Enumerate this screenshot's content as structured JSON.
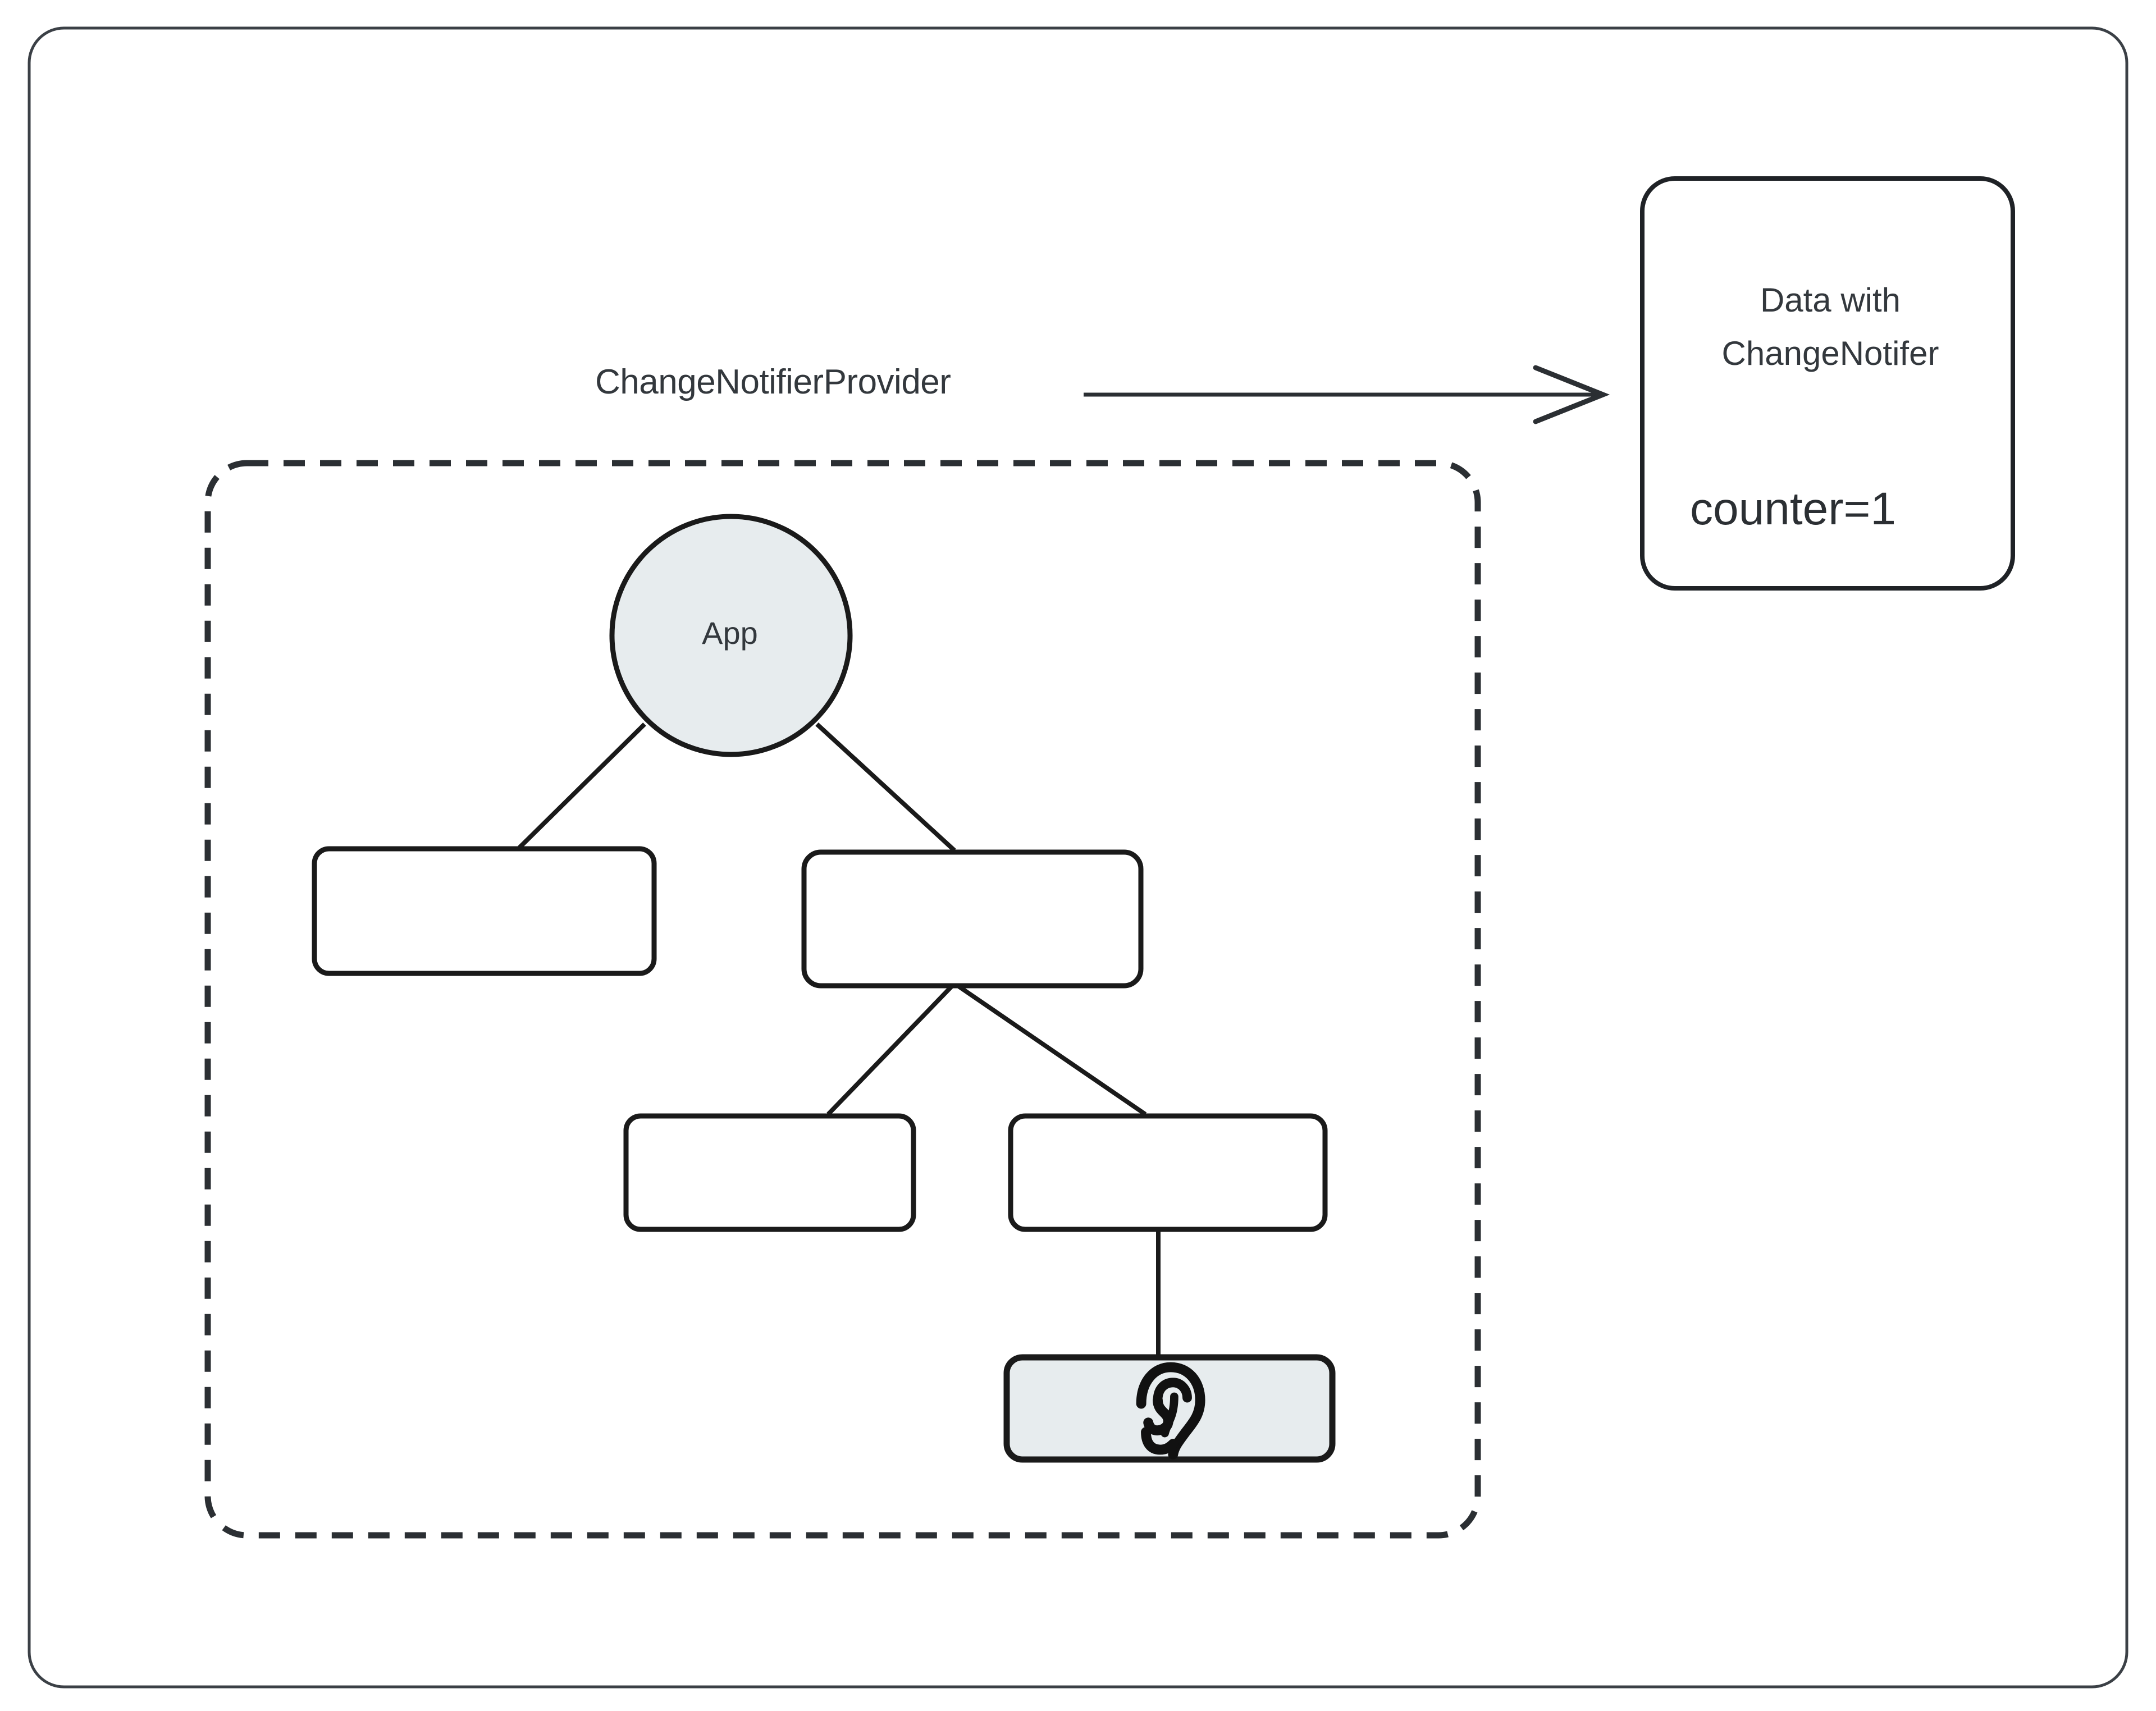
{
  "diagram": {
    "title": "ChangeNotifierProvider widget tree diagram",
    "colors": {
      "frame_stroke": "#3b4046",
      "node_stroke": "#1a1a1a",
      "dashed_stroke": "#2b2f33",
      "node_fill_accent": "#e7ecee",
      "node_fill_plain": "#ffffff",
      "text": "#33383d",
      "background": "#ffffff"
    },
    "outer_frame": {
      "label": "diagram-frame"
    },
    "provider_edge": {
      "label": "ChangeNotifierProvider",
      "arrow": "arrow-right"
    },
    "notifier_box": {
      "line1": "Data with",
      "line2": "ChangeNotifer",
      "counter": "counter=1"
    },
    "subtree": {
      "label": "dashed-subtree-boundary"
    },
    "nodes": [
      {
        "id": "app",
        "shape": "circle",
        "label": "App",
        "fill": "accent"
      },
      {
        "id": "child-left",
        "shape": "rounded-rect",
        "label": "",
        "fill": "plain"
      },
      {
        "id": "child-right",
        "shape": "rounded-rect",
        "label": "",
        "fill": "plain"
      },
      {
        "id": "grandchild-left",
        "shape": "rounded-rect",
        "label": "",
        "fill": "plain"
      },
      {
        "id": "grandchild-right",
        "shape": "rounded-rect",
        "label": "",
        "fill": "plain"
      },
      {
        "id": "listener",
        "shape": "rounded-rect",
        "label": "",
        "fill": "accent",
        "icon": "ear-icon"
      }
    ],
    "edges": [
      {
        "from": "app",
        "to": "child-left"
      },
      {
        "from": "app",
        "to": "child-right"
      },
      {
        "from": "child-right",
        "to": "grandchild-left"
      },
      {
        "from": "child-right",
        "to": "grandchild-right"
      },
      {
        "from": "grandchild-right",
        "to": "listener"
      },
      {
        "from": "provider-label",
        "to": "notifier-box"
      }
    ]
  }
}
